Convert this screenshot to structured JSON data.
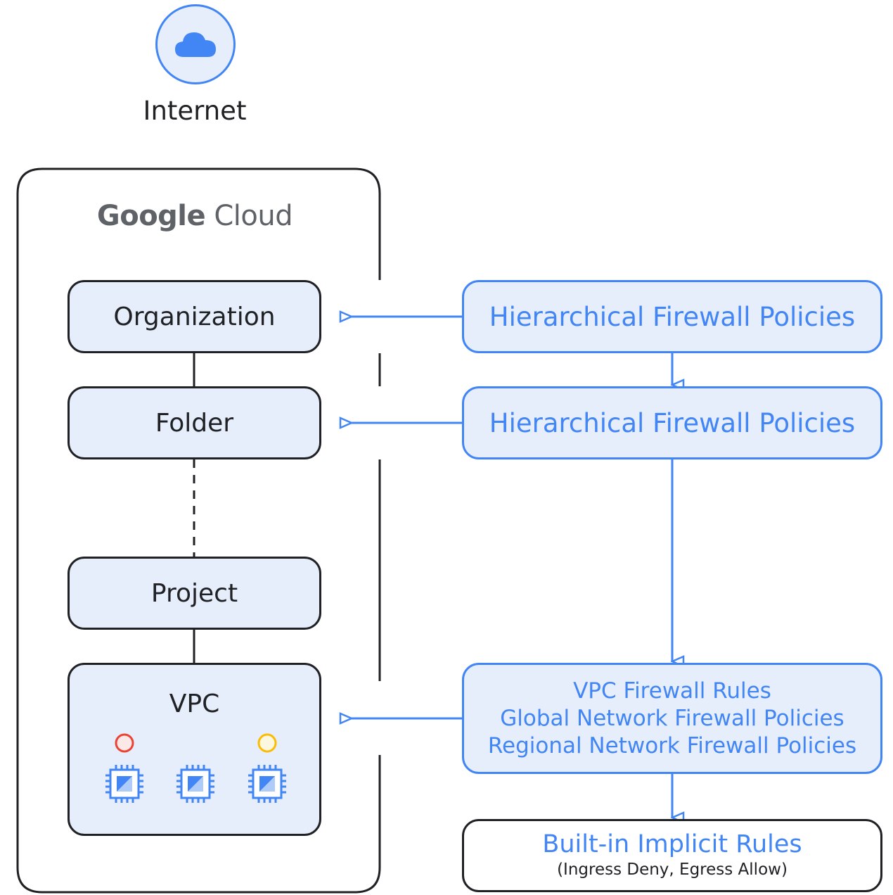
{
  "internet": {
    "label": "Internet",
    "icon": "cloud-icon"
  },
  "logo": {
    "google": "Google",
    "cloud": "Cloud"
  },
  "hierarchy": {
    "organization": "Organization",
    "folder": "Folder",
    "project": "Project",
    "vpc": "VPC"
  },
  "policies": {
    "org_policy": "Hierarchical Firewall Policies",
    "folder_policy": "Hierarchical Firewall Policies",
    "vpc_lines": [
      "VPC Firewall Rules",
      "Global Network Firewall Policies",
      "Regional Network Firewall Policies"
    ]
  },
  "builtin": {
    "title": "Built-in Implicit Rules",
    "subtitle": "(Ingress Deny, Egress Allow)"
  },
  "colors": {
    "accent": "#4285f4",
    "fill": "#e6eefb",
    "dark": "#202124",
    "logo_gray": "#5f6368",
    "dot_red": "#ea4335",
    "dot_yellow": "#fbbc04",
    "dot_red_fill": "#fce8e6",
    "dot_yellow_fill": "#fef7e0"
  }
}
